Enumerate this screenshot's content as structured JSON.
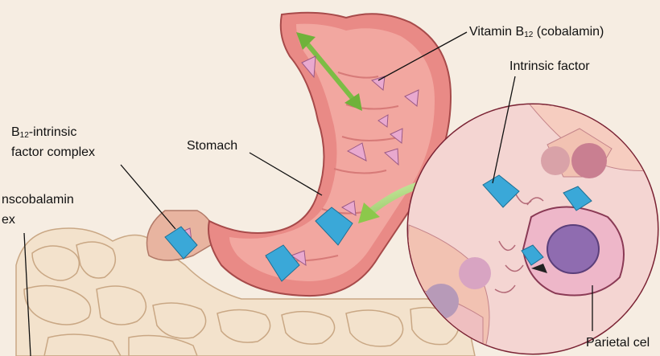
{
  "labels": {
    "vitamin_pre": "Vitamin B",
    "vitamin_sub": "12",
    "vitamin_post": " (cobalamin)",
    "intrinsic_factor": "Intrinsic factor",
    "complex_pre": "B",
    "complex_sub": "12",
    "complex_post": "-intrinsic",
    "complex_line2": "factor complex",
    "stomach": "Stomach",
    "transcobalamin_line1": "nscobalamin",
    "transcobalamin_line2": "ex",
    "parietal_cell": "Parietal cel"
  },
  "colors": {
    "background": "#f6ede2",
    "stomach_wall": "#e98a86",
    "stomach_inner": "#f2a7a0",
    "intestine": "#f3e2cc",
    "vitamin_b12": "#e9a9cf",
    "intrinsic_factor": "#3aa8d8",
    "arrow_green": "#8cc84b",
    "cell_border": "#7a2233"
  }
}
